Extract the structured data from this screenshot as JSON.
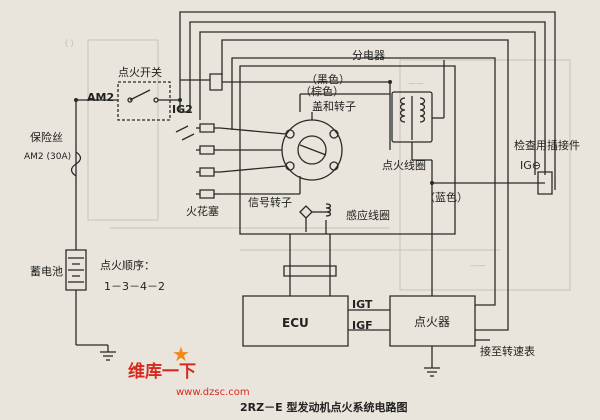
{
  "caption": "2RZ－E 型发动机点火系统电路图",
  "labels": {
    "ignition_switch": "点火开关",
    "am2_switch_terminal": "AM2",
    "ig2_terminal": "IG2",
    "fuse": "保险丝",
    "fuse_rating": "AM2 (30A)",
    "battery": "蓄电池",
    "firing_order_title": "点火顺序：",
    "firing_order_value": "1－3－4－2",
    "distributor": "分电器",
    "wire_black": "（黑色）",
    "wire_brown": "（棕色）",
    "cap_rotor": "盖和转子",
    "ignition_coil": "点火线圈",
    "wire_blue": "（蓝色）",
    "spark_plugs": "火花塞",
    "signal_rotor": "信号转子",
    "pickup_coil": "感应线圈",
    "check_connector": "检查用插接件",
    "ig_terminal": "IG⊖",
    "ecu": "ECU",
    "igt": "IGT",
    "igf": "IGF",
    "igniter": "点火器",
    "tachometer": "接至转速表"
  },
  "watermark": {
    "site_name": "维库一下",
    "url": "www.dzsc.com"
  },
  "colors": {
    "background": "#e9e5dc",
    "line": "#2a2a2a",
    "watermark_red": "#d62a1e",
    "watermark_orange": "#f08a1c"
  }
}
